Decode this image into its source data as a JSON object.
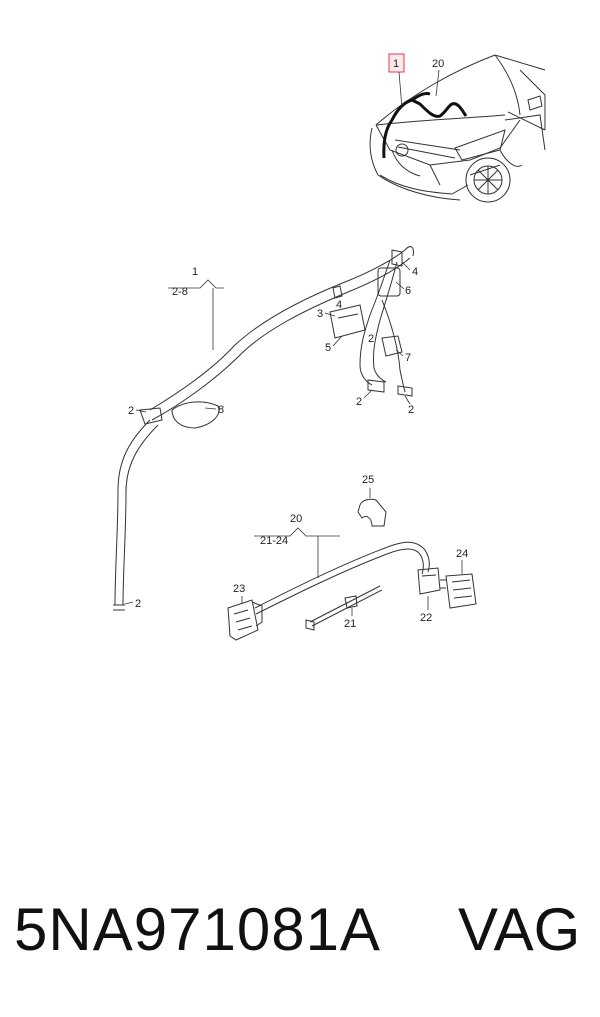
{
  "diagram": {
    "inset_callouts": [
      "1",
      "20"
    ],
    "harness_main": {
      "number": "1",
      "range": "2-8"
    },
    "harness_secondary": {
      "number": "20",
      "range": "21-24"
    },
    "callouts": {
      "c2a": "2",
      "c2b": "2",
      "c2c": "2",
      "c2d": "2",
      "c2e": "2",
      "c3": "3",
      "c4a": "4",
      "c4b": "4",
      "c5": "5",
      "c6": "6",
      "c7": "7",
      "c8": "8",
      "c21": "21",
      "c22": "22",
      "c23": "23",
      "c24": "24",
      "c25": "25"
    },
    "highlight_color": "#e03a4a"
  },
  "footer": {
    "part_number": "5NA971081A",
    "brand": "VAG"
  }
}
